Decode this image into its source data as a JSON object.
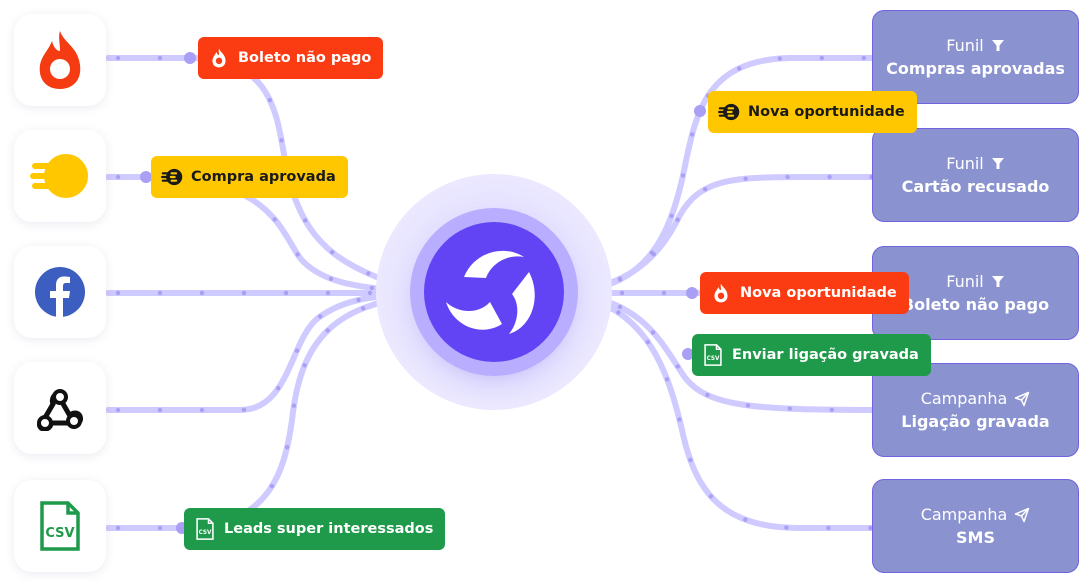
{
  "sources": [
    {
      "name": "hotmart",
      "icon": "flame-icon"
    },
    {
      "name": "eduzz",
      "icon": "eduzz-icon"
    },
    {
      "name": "facebook",
      "icon": "facebook-icon"
    },
    {
      "name": "webhook",
      "icon": "webhook-icon"
    },
    {
      "name": "csv",
      "icon": "csv-file-icon",
      "label": "CSV"
    }
  ],
  "left_tags": [
    {
      "label": "Boleto não pago",
      "icon": "flame-icon",
      "color": "#fb3b12"
    },
    {
      "label": "Compra aprovada",
      "icon": "eduzz-icon",
      "color": "#ffc700"
    },
    {
      "label": "Leads super interessados",
      "icon": "csv-file-icon",
      "icon_label": "CSV",
      "color": "#1e9a4a"
    }
  ],
  "right_tags": [
    {
      "label": "Nova oportunidade",
      "icon": "eduzz-icon",
      "color": "#ffc700"
    },
    {
      "label": "Nova oportunidade",
      "icon": "flame-icon",
      "color": "#fb3b12"
    },
    {
      "label": "Enviar ligação gravada",
      "icon": "csv-file-icon",
      "icon_label": "CSV",
      "color": "#1e9a4a"
    }
  ],
  "destinations": [
    {
      "kind": "Funil",
      "kind_icon": "filter-icon",
      "name": "Compras aprovadas"
    },
    {
      "kind": "Funil",
      "kind_icon": "filter-icon",
      "name": "Cartão recusado"
    },
    {
      "kind": "Funil",
      "kind_icon": "filter-icon",
      "name": "Boleto não pago"
    },
    {
      "kind": "Campanha",
      "kind_icon": "send-icon",
      "name": "Ligação gravada"
    },
    {
      "kind": "Campanha",
      "kind_icon": "send-icon",
      "name": "SMS"
    }
  ],
  "colors": {
    "flow": "#cfcaff",
    "flow_dot": "#a99ff5",
    "hub": "#6244f5",
    "destination": "#8a92cf"
  }
}
